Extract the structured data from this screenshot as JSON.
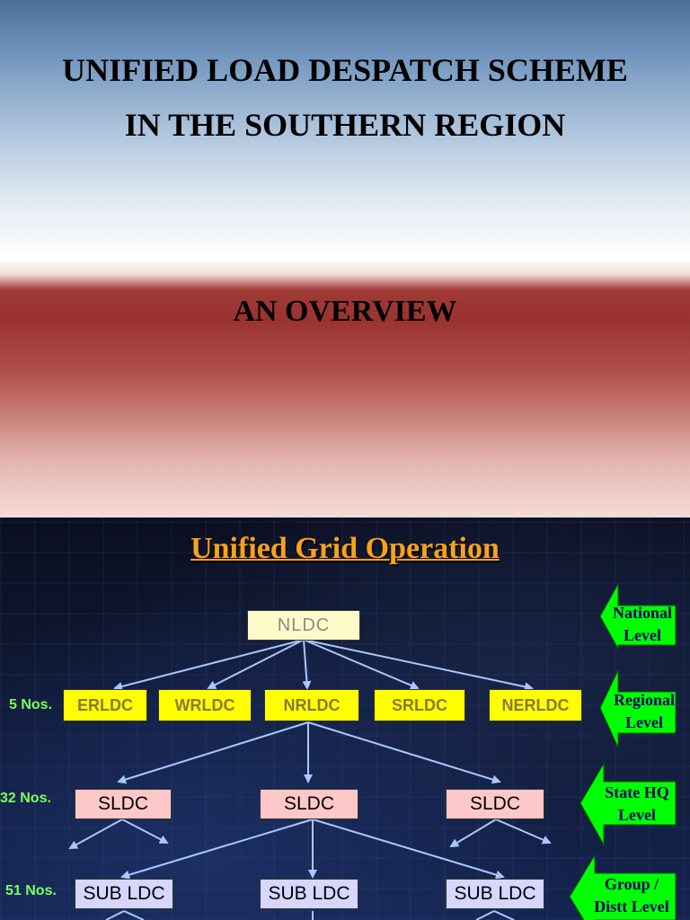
{
  "slide1": {
    "title": "UNIFIED LOAD DESPATCH SCHEME IN THE SOUTHERN REGION",
    "subtitle": "AN OVERVIEW"
  },
  "slide2": {
    "title": "Unified Grid Operation",
    "national": {
      "label": "NLDC"
    },
    "regional": {
      "count": "5 Nos.",
      "boxes": [
        "ERLDC",
        "WRLDC",
        "NRLDC",
        "SRLDC",
        "NERLDC"
      ]
    },
    "state": {
      "count": "32 Nos.",
      "boxes": [
        "SLDC",
        "SLDC",
        "SLDC"
      ]
    },
    "district": {
      "count": "51 Nos.",
      "boxes": [
        "SUB LDC",
        "SUB LDC",
        "SUB LDC"
      ]
    },
    "levels": [
      {
        "line1": "National",
        "line2": "Level"
      },
      {
        "line1": "Regional",
        "line2": "Level"
      },
      {
        "line1": "State HQ",
        "line2": "Level"
      },
      {
        "line1": "Group /",
        "line2": "Distt Level"
      }
    ],
    "colors": {
      "title": "#f7a21a",
      "nldc_box": "#fffbc8",
      "rldc_box": "#ffff00",
      "sldc_box": "#ffc8c8",
      "subldc_box": "#d6d6ff",
      "level_arrow": "#00ff00",
      "count_text": "#7cff5c",
      "connector": "#a9c8ff"
    }
  }
}
